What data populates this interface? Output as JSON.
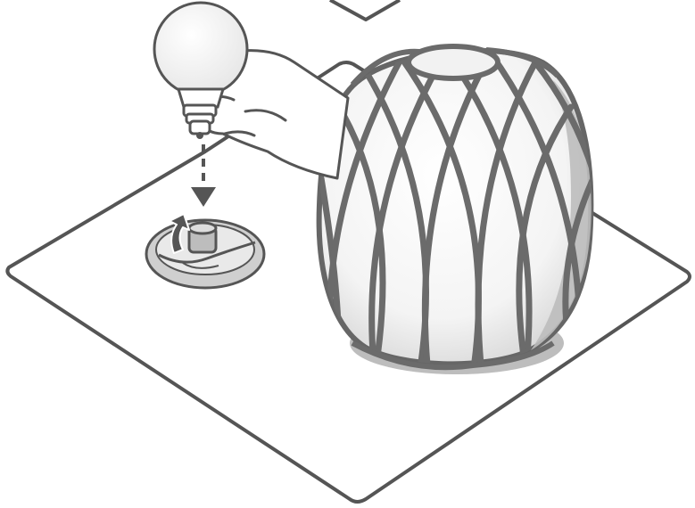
{
  "illustration": {
    "colors": {
      "outline": "#555555",
      "lattice": "#6b6b6b",
      "shade": "#b5b5b5",
      "fill": "#ffffff",
      "light_fill": "#f2f2f2"
    },
    "parts": [
      "background-panel",
      "platform",
      "light-bulb",
      "hand",
      "dashed-arrow",
      "lamp-base-socket",
      "rotate-arrow",
      "lamp-shade",
      "lamp-shadow"
    ]
  }
}
